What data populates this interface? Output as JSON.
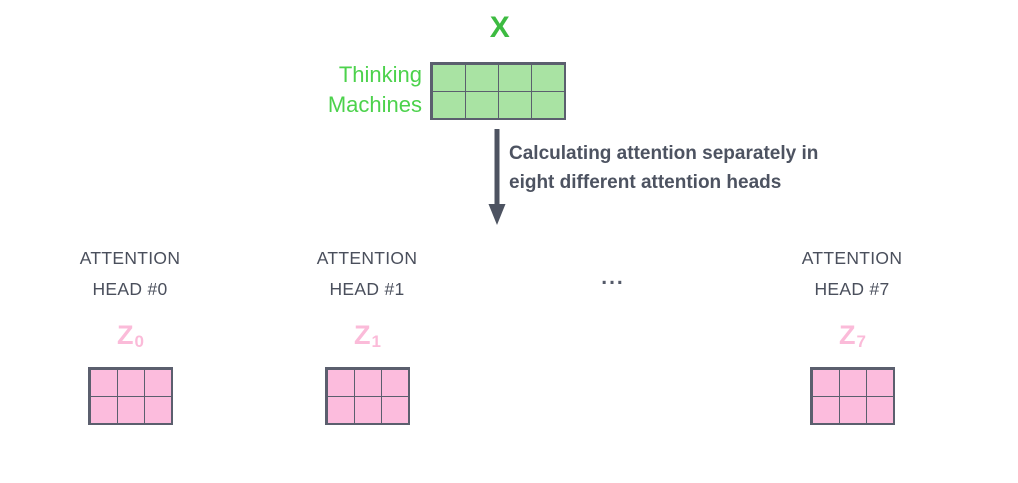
{
  "diagram": {
    "title_label": "X",
    "input_tokens": [
      "Thinking",
      "Machines"
    ],
    "caption_lines": [
      "Calculating attention separately in",
      "eight different attention heads"
    ],
    "ellipsis": "...",
    "input_matrix": {
      "rows": 2,
      "cols": 4,
      "fill": "#a9e3a3",
      "border": "#5b5f6e"
    },
    "output_matrix": {
      "rows": 2,
      "cols": 3,
      "fill": "#fcbcdd",
      "border": "#5b5f6e"
    },
    "colors": {
      "x_label": "#3dbb41",
      "token_text": "#4cd24c",
      "caption_text": "#4d5361",
      "head_title": "#4a4f5c",
      "z_label": "#fbbbd9",
      "arrow": "#4d5361",
      "background": "#ffffff"
    },
    "heads": [
      {
        "title_line1": "ATTENTION",
        "title_line2": "HEAD #0",
        "z_base": "Z",
        "z_sub": "0"
      },
      {
        "title_line1": "ATTENTION",
        "title_line2": "HEAD #1",
        "z_base": "Z",
        "z_sub": "1"
      },
      {
        "title_line1": "ATTENTION",
        "title_line2": "HEAD #7",
        "z_base": "Z",
        "z_sub": "7"
      }
    ]
  }
}
